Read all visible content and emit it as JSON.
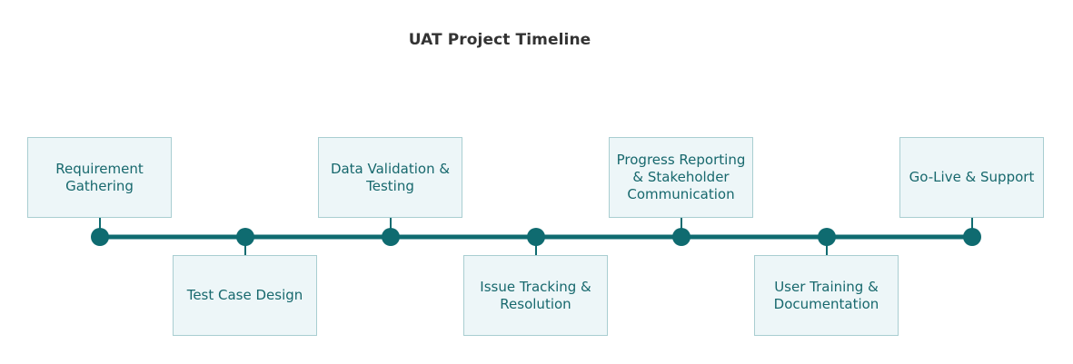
{
  "title": "UAT Project Timeline",
  "colors": {
    "line": "#0f6b70",
    "dot": "#0f6b70",
    "box_fill": "#edf6f8",
    "box_border": "#a9ced1",
    "text": "#17686d",
    "title": "#333333"
  },
  "milestones": [
    {
      "label": "Requirement Gathering"
    },
    {
      "label": "Test Case Design"
    },
    {
      "label": "Data Validation & Testing"
    },
    {
      "label": "Issue Tracking & Resolution"
    },
    {
      "label": "Progress Reporting & Stakeholder Communication"
    },
    {
      "label": "User Training & Documentation"
    },
    {
      "label": "Go-Live & Support"
    }
  ]
}
